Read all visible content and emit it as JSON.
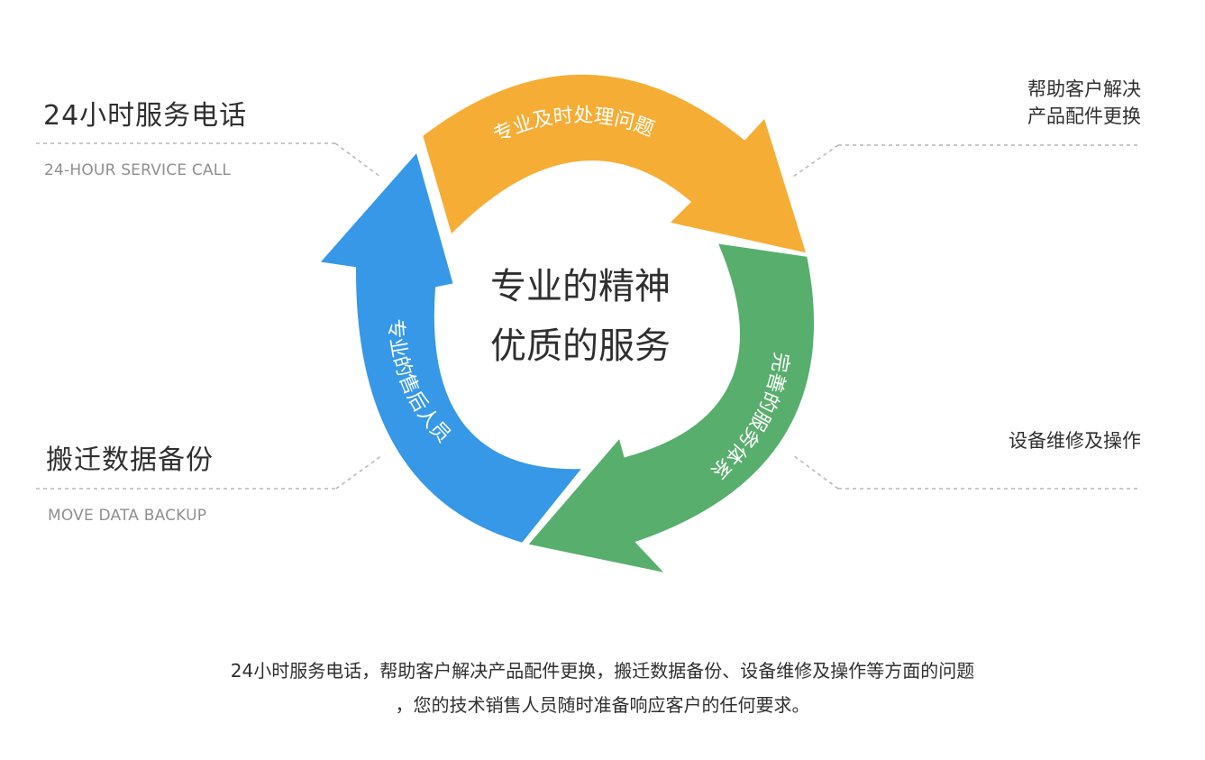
{
  "center": {
    "line1": "专业的精神",
    "line2": "优质的服务"
  },
  "arrows": {
    "orange_label": "专业及时处理问题",
    "green_label": "完善的服务体系",
    "blue_label": "专业的售后人员"
  },
  "left": {
    "top_title": "24小时服务电话",
    "top_subtitle": "24-HOUR SERVICE CALL",
    "bottom_title": "搬迁数据备份",
    "bottom_subtitle": "MOVE DATA BACKUP"
  },
  "right": {
    "top_line1": "帮助客户解决",
    "top_line2": "产品配件更换",
    "bottom": "设备维修及操作"
  },
  "footer": {
    "line1": "24小时服务电话，帮助客户解决产品配件更换，搬迁数据备份、设备维修及操作等方面的问题",
    "line2": "，您的技术销售人员随时准备响应客户的任何要求。"
  },
  "colors": {
    "orange": "#F5AD35",
    "green": "#58AE6C",
    "blue": "#3698E6",
    "dashed": "#B5B5B5"
  }
}
